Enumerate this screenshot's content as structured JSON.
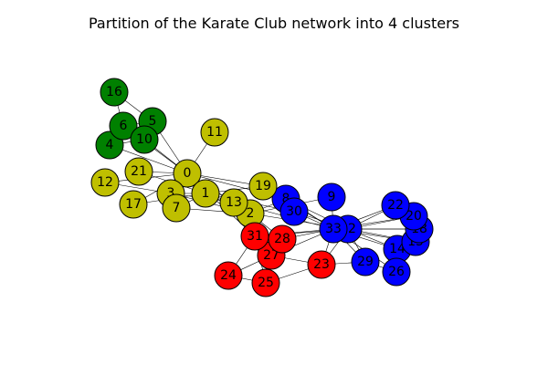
{
  "title": "Partition of the Karate Club network into 4 clusters",
  "colors": {
    "yellow": "#bfbf00",
    "green": "#008000",
    "blue": "#0000ff",
    "red": "#ff0000"
  },
  "nodes": [
    {
      "id": "0",
      "cluster": "yellow"
    },
    {
      "id": "1",
      "cluster": "yellow"
    },
    {
      "id": "2",
      "cluster": "yellow"
    },
    {
      "id": "3",
      "cluster": "yellow"
    },
    {
      "id": "4",
      "cluster": "green"
    },
    {
      "id": "5",
      "cluster": "green"
    },
    {
      "id": "6",
      "cluster": "green"
    },
    {
      "id": "7",
      "cluster": "yellow"
    },
    {
      "id": "8",
      "cluster": "blue"
    },
    {
      "id": "9",
      "cluster": "blue"
    },
    {
      "id": "10",
      "cluster": "green"
    },
    {
      "id": "11",
      "cluster": "yellow"
    },
    {
      "id": "12",
      "cluster": "yellow"
    },
    {
      "id": "13",
      "cluster": "yellow"
    },
    {
      "id": "14",
      "cluster": "blue"
    },
    {
      "id": "15",
      "cluster": "blue"
    },
    {
      "id": "16",
      "cluster": "green"
    },
    {
      "id": "17",
      "cluster": "yellow"
    },
    {
      "id": "18",
      "cluster": "blue"
    },
    {
      "id": "19",
      "cluster": "yellow"
    },
    {
      "id": "20",
      "cluster": "blue"
    },
    {
      "id": "21",
      "cluster": "yellow"
    },
    {
      "id": "22",
      "cluster": "blue"
    },
    {
      "id": "23",
      "cluster": "red"
    },
    {
      "id": "24",
      "cluster": "red"
    },
    {
      "id": "25",
      "cluster": "red"
    },
    {
      "id": "26",
      "cluster": "blue"
    },
    {
      "id": "27",
      "cluster": "red"
    },
    {
      "id": "28",
      "cluster": "red"
    },
    {
      "id": "29",
      "cluster": "blue"
    },
    {
      "id": "30",
      "cluster": "blue"
    },
    {
      "id": "31",
      "cluster": "red"
    },
    {
      "id": "32",
      "cluster": "blue"
    },
    {
      "id": "33",
      "cluster": "blue"
    }
  ],
  "edges": [
    [
      "0",
      "1"
    ],
    [
      "0",
      "2"
    ],
    [
      "0",
      "3"
    ],
    [
      "0",
      "4"
    ],
    [
      "0",
      "5"
    ],
    [
      "0",
      "6"
    ],
    [
      "0",
      "7"
    ],
    [
      "0",
      "8"
    ],
    [
      "0",
      "10"
    ],
    [
      "0",
      "11"
    ],
    [
      "0",
      "12"
    ],
    [
      "0",
      "13"
    ],
    [
      "0",
      "17"
    ],
    [
      "0",
      "19"
    ],
    [
      "0",
      "21"
    ],
    [
      "0",
      "31"
    ],
    [
      "1",
      "2"
    ],
    [
      "1",
      "3"
    ],
    [
      "1",
      "7"
    ],
    [
      "1",
      "13"
    ],
    [
      "1",
      "17"
    ],
    [
      "1",
      "19"
    ],
    [
      "1",
      "21"
    ],
    [
      "1",
      "30"
    ],
    [
      "2",
      "3"
    ],
    [
      "2",
      "7"
    ],
    [
      "2",
      "8"
    ],
    [
      "2",
      "9"
    ],
    [
      "2",
      "13"
    ],
    [
      "2",
      "27"
    ],
    [
      "2",
      "28"
    ],
    [
      "2",
      "32"
    ],
    [
      "3",
      "7"
    ],
    [
      "3",
      "12"
    ],
    [
      "3",
      "13"
    ],
    [
      "4",
      "6"
    ],
    [
      "4",
      "10"
    ],
    [
      "5",
      "6"
    ],
    [
      "5",
      "10"
    ],
    [
      "5",
      "16"
    ],
    [
      "6",
      "16"
    ],
    [
      "8",
      "30"
    ],
    [
      "8",
      "32"
    ],
    [
      "8",
      "33"
    ],
    [
      "9",
      "33"
    ],
    [
      "13",
      "33"
    ],
    [
      "14",
      "32"
    ],
    [
      "14",
      "33"
    ],
    [
      "15",
      "32"
    ],
    [
      "15",
      "33"
    ],
    [
      "18",
      "32"
    ],
    [
      "18",
      "33"
    ],
    [
      "19",
      "33"
    ],
    [
      "20",
      "32"
    ],
    [
      "20",
      "33"
    ],
    [
      "22",
      "32"
    ],
    [
      "22",
      "33"
    ],
    [
      "23",
      "25"
    ],
    [
      "23",
      "27"
    ],
    [
      "23",
      "29"
    ],
    [
      "23",
      "32"
    ],
    [
      "23",
      "33"
    ],
    [
      "24",
      "25"
    ],
    [
      "24",
      "27"
    ],
    [
      "24",
      "31"
    ],
    [
      "25",
      "31"
    ],
    [
      "26",
      "29"
    ],
    [
      "26",
      "33"
    ],
    [
      "27",
      "33"
    ],
    [
      "28",
      "31"
    ],
    [
      "28",
      "33"
    ],
    [
      "29",
      "32"
    ],
    [
      "29",
      "33"
    ],
    [
      "30",
      "32"
    ],
    [
      "30",
      "33"
    ],
    [
      "31",
      "32"
    ],
    [
      "31",
      "33"
    ],
    [
      "32",
      "33"
    ]
  ]
}
